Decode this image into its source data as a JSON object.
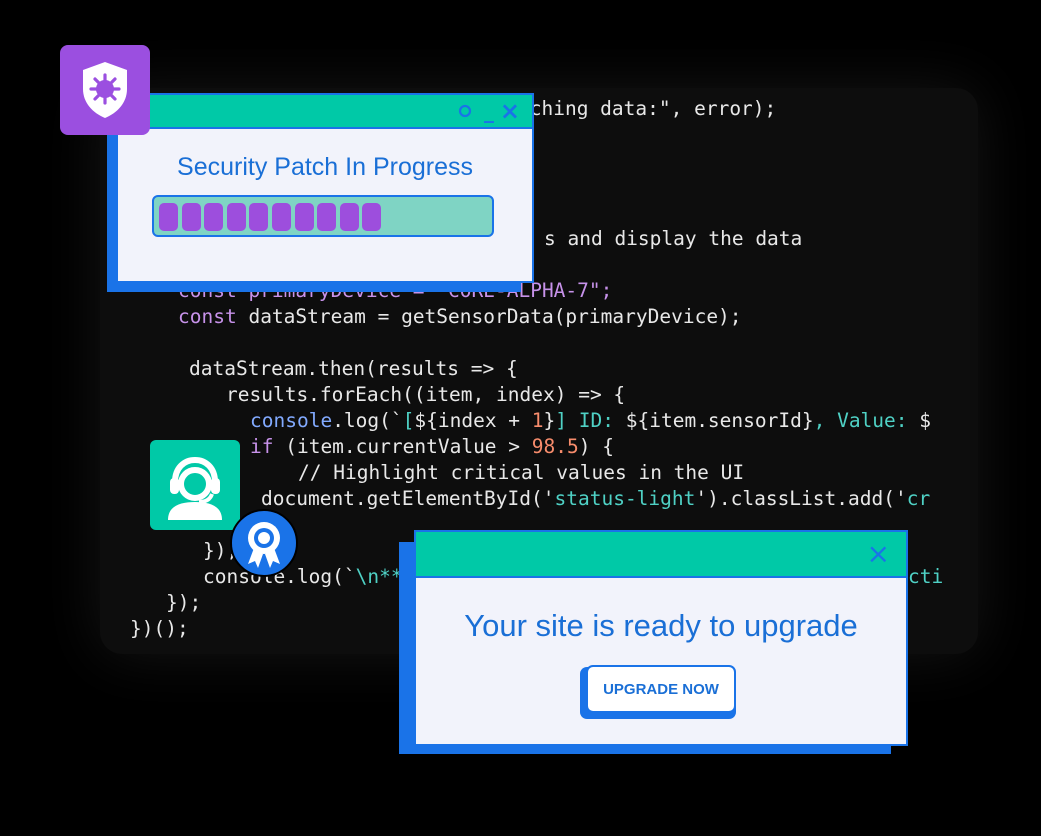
{
  "colors": {
    "background": "#000000",
    "accent_blue": "#1a73e8",
    "teal": "#00c9a7",
    "purple": "#9b4fe0",
    "window_bg": "#f2f3fb"
  },
  "code": {
    "lines": [
      "tching data:\", error);",
      "s and display the data",
      "const primaryDevice = \"CORE-ALPHA-7\";",
      "const dataStream = getSensorData(primaryDevice);",
      "dataStream.then(results => {",
      "results.forEach((item, index) => {",
      "console.log(`[${index + 1}] ID: ${item.sensorId}, Value: $",
      "if (item.currentValue > 98.5) {",
      "// Highlight critical values in the UI",
      "document.getElementById('status-light').classList.add('cr",
      "});",
      "console.log(`\\n**",
      "cti",
      "});",
      "})();"
    ]
  },
  "patch_window": {
    "title": "Security Patch In Progress",
    "progress_percent": 67,
    "segments_filled": 10,
    "controls": {
      "minimize": "_",
      "restore": "o",
      "close": "×"
    }
  },
  "upgrade_window": {
    "title": "Your site is ready to upgrade",
    "button_label": "UPGRADE NOW",
    "close": "×"
  },
  "icons": {
    "shield": "shield-virus-icon",
    "support": "headset-support-icon",
    "award": "award-ribbon-icon"
  }
}
